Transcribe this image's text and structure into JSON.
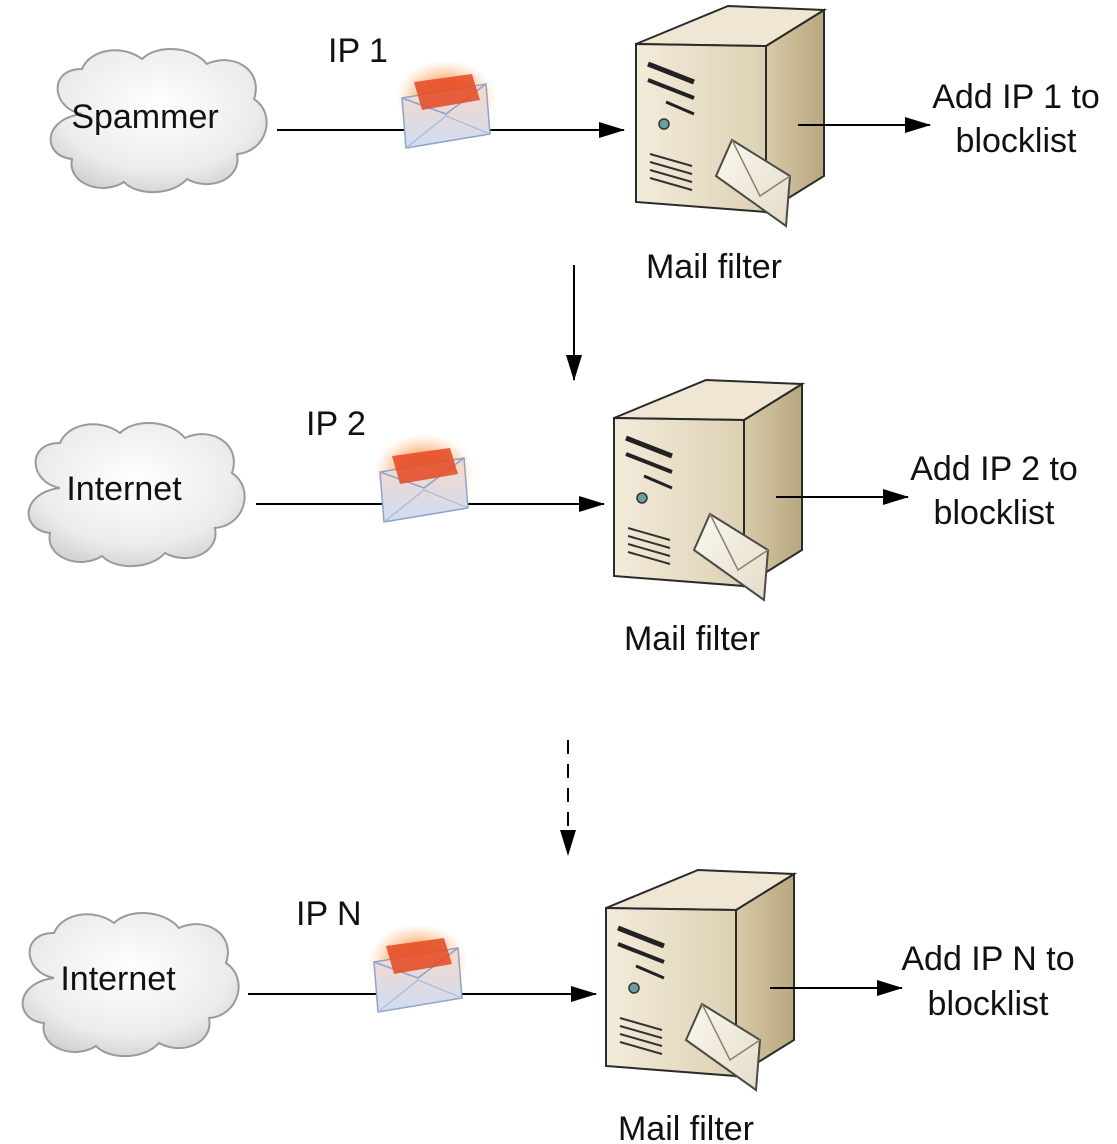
{
  "diagram": {
    "rows": [
      {
        "source": "Spammer",
        "ip": "IP 1",
        "server": "Mail filter",
        "action_line1": "Add IP 1 to",
        "action_line2": "blocklist"
      },
      {
        "source": "Internet",
        "ip": "IP 2",
        "server": "Mail filter",
        "action_line1": "Add IP 2 to",
        "action_line2": "blocklist"
      },
      {
        "source": "Internet",
        "ip": "IP N",
        "server": "Mail filter",
        "action_line1": "Add IP N to",
        "action_line2": "blocklist"
      }
    ]
  },
  "colors": {
    "line": "#000000",
    "cloud_fill": "#eeeeee",
    "cloud_edge": "#9a9a9a",
    "server_front": "#e6dcc5",
    "server_side": "#cdbf9c",
    "envelope_glow": "#f06030",
    "envelope_body": "#dce6f5"
  }
}
